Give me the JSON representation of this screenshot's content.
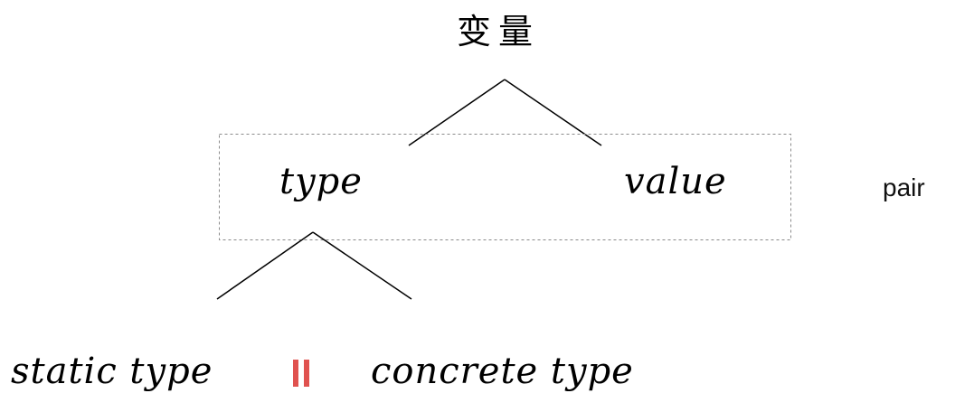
{
  "diagram": {
    "root": {
      "label": "变量"
    },
    "group": {
      "children": [
        {
          "id": "type",
          "label": "type"
        },
        {
          "id": "value",
          "label": "value"
        }
      ],
      "annotation": "pair",
      "border_color": "#8a8a8a"
    },
    "type_children": {
      "left": {
        "label": "static type"
      },
      "separator": {
        "label": "||",
        "color": "#e0524f"
      },
      "right": {
        "label": "concrete type"
      }
    },
    "line_color": "#000000"
  }
}
